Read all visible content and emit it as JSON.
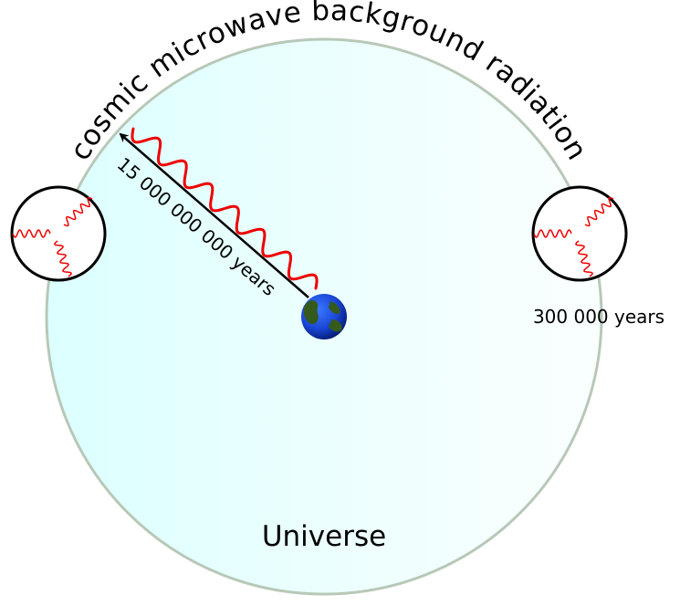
{
  "labels": {
    "arc_title": "cosmic microwave background radiation",
    "distance": "15 000 000 000 years",
    "early_age": "300 000 years",
    "universe": "Universe"
  },
  "colors": {
    "universe_fill_left": "#dcffff",
    "universe_fill_right": "#fafffe",
    "universe_stroke": "#b8c8b8",
    "photon_wave": "#ee0000",
    "arrow": "#000000",
    "earth_ocean": "#1a46d6",
    "earth_land": "#345a1c",
    "bubble_stroke": "#000000",
    "bubble_fill": "#ffffff"
  },
  "icons": [
    "earth-icon",
    "arrow-icon",
    "photon-wave-icon",
    "early-universe-bubble-icon"
  ]
}
